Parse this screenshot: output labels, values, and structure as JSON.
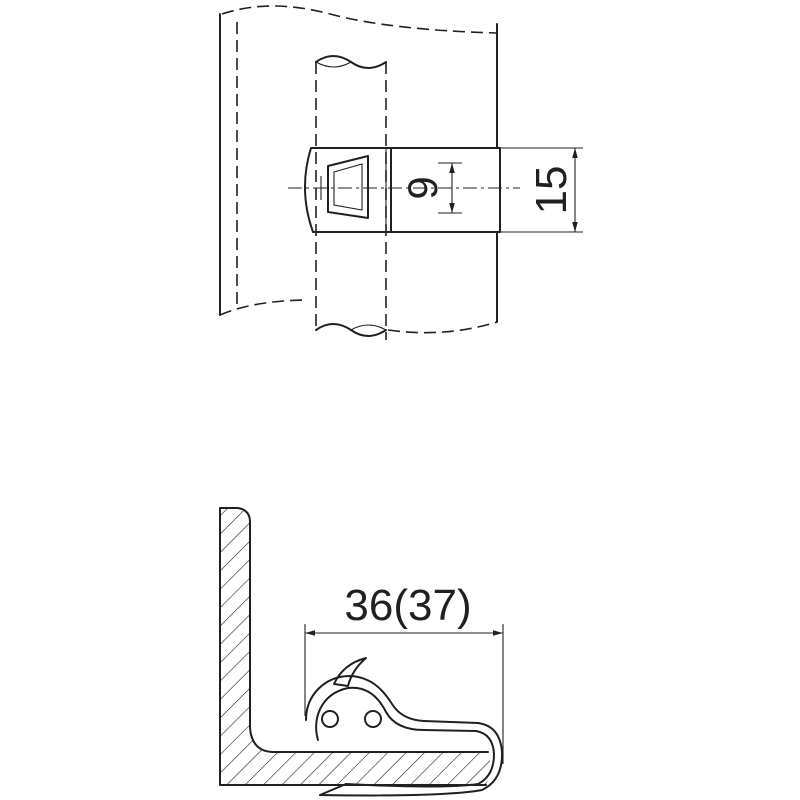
{
  "dimensions": {
    "slot_height": "9",
    "clip_height": "15",
    "clip_length": "36(37)"
  }
}
